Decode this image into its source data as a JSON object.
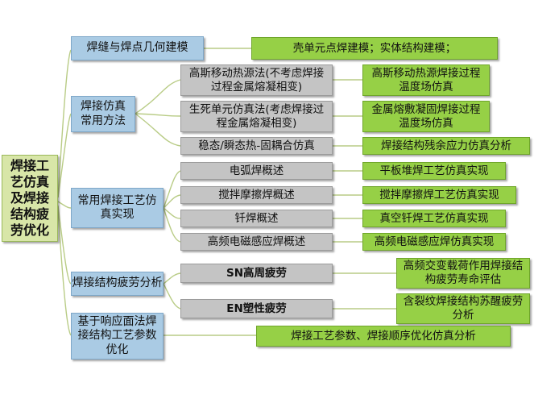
{
  "root": "焊接工艺仿真及焊接结构疲劳优化",
  "branches": [
    {
      "label": "焊缝与焊点几何建模",
      "children": [],
      "result": "壳单元点焊建模；实体结构建模；"
    },
    {
      "label": "焊接仿真常用方法",
      "children": [
        {
          "label": "高斯移动热源法(不考虑焊接过程金属熔凝相变)",
          "result": "高斯移动热源焊接过程温度场仿真"
        },
        {
          "label": "生死单元仿真法(考虑焊接过程金属熔凝相变)",
          "result": "金属熔敷凝固焊接过程温度场仿真"
        },
        {
          "label": "稳态/瞬态热-固耦合仿真",
          "result": "焊接结构残余应力仿真分析"
        }
      ]
    },
    {
      "label": "常用焊接工艺仿真实现",
      "children": [
        {
          "label": "电弧焊概述",
          "result": "平板堆焊工艺仿真实现"
        },
        {
          "label": "搅拌摩擦焊概述",
          "result": "搅拌摩擦焊工艺仿真实现"
        },
        {
          "label": "钎焊概述",
          "result": "真空钎焊工艺仿真实现"
        },
        {
          "label": "高频电磁感应焊概述",
          "result": "高频电磁感应焊仿真实现"
        }
      ]
    },
    {
      "label": "焊接结构疲劳分析",
      "children": [
        {
          "label": "SN高周疲劳",
          "result": "高频交变载荷作用焊接结构疲劳寿命评估"
        },
        {
          "label": "EN塑性疲劳",
          "result": "含裂纹焊接结构苏醒疲劳分析"
        }
      ]
    },
    {
      "label": "基于响应面法焊接结构工艺参数优化",
      "children": [],
      "result": "焊接工艺参数、焊接顺序优化仿真分析"
    }
  ]
}
